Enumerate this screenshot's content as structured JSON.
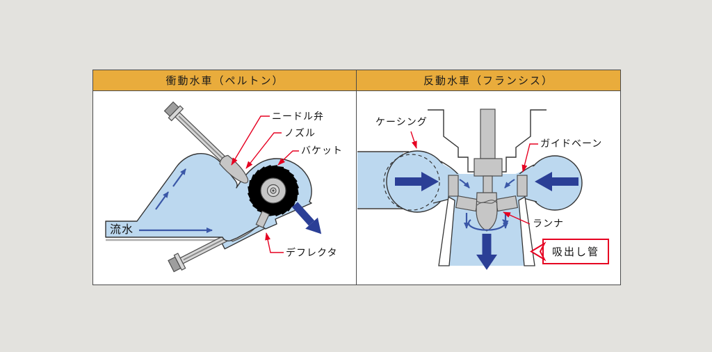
{
  "colors": {
    "page_bg": "#e3e2de",
    "panel_bg": "#ffffff",
    "panel_border": "#4a4a4a",
    "header_bg": "#e9ac3c",
    "water_blue": "#bcd8ef",
    "arrow_blue": "#2b3f96",
    "flow_blue": "#3a57a7",
    "outline": "#333333",
    "leader_red": "#e60021"
  },
  "left_panel": {
    "header": "衝動水車（ペルトン）",
    "labels": {
      "needle_valve": "ニードル弁",
      "nozzle": "ノズル",
      "bucket": "バケット",
      "flow_water": "流水",
      "deflector": "デフレクタ"
    }
  },
  "right_panel": {
    "header": "反動水車（フランシス）",
    "labels": {
      "casing": "ケーシング",
      "guide_vane": "ガイドベーン",
      "runner": "ランナ",
      "draft_tube": "吸出し管"
    }
  }
}
